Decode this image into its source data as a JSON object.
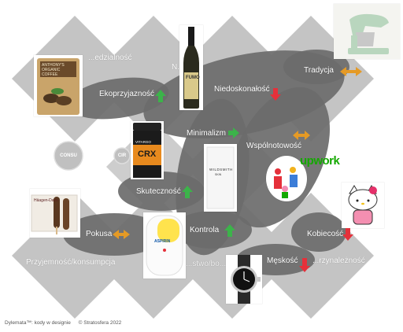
{
  "diagram": {
    "values": [
      {
        "key": "zrownowazony",
        "label": "...edzialność",
        "arrow": "none"
      },
      {
        "key": "nowosc",
        "label": "N...",
        "arrow": "none"
      },
      {
        "key": "tradycja",
        "label": "Tradycja",
        "arrow": "both"
      },
      {
        "key": "ekoprzyjaznosc",
        "label": "Ekoprzyjazność",
        "arrow": "up"
      },
      {
        "key": "niedoskonalosc",
        "label": "Niedoskonałość",
        "arrow": "down"
      },
      {
        "key": "minimalizm",
        "label": "Minimalizm",
        "arrow": "right"
      },
      {
        "key": "wspolnotowosc",
        "label": "Wspólnotowość",
        "arrow": "both"
      },
      {
        "key": "skutecznosc",
        "label": "Skuteczność",
        "arrow": "up"
      },
      {
        "key": "kontrola",
        "label": "Kontrola",
        "arrow": "up"
      },
      {
        "key": "pokusa",
        "label": "Pokusa",
        "arrow": "both"
      },
      {
        "key": "kobiecosc",
        "label": "Kobiecość",
        "arrow": "down"
      },
      {
        "key": "meskosc",
        "label": "Męskość",
        "arrow": "down"
      },
      {
        "key": "przynaleznosc",
        "label": "...rzynależność",
        "arrow": "none"
      },
      {
        "key": "przyjemnosc",
        "label": "Przyjemność/konsumpcja",
        "arrow": "none"
      },
      {
        "key": "ukryte",
        "label": "...stwo/bo...",
        "arrow": "none"
      }
    ],
    "circles": [
      {
        "key": "consu",
        "label": "CONSU"
      },
      {
        "key": "cir",
        "label": "CIR"
      }
    ],
    "products": [
      {
        "key": "coffee",
        "name": "coffee-bag",
        "text": [
          "ANTHONY'S",
          "ORGANIC",
          "COFFEE"
        ]
      },
      {
        "key": "wine",
        "name": "wine-bottle",
        "text": [
          "FUMO"
        ]
      },
      {
        "key": "mixer",
        "name": "stand-mixer",
        "text": []
      },
      {
        "key": "supplement",
        "name": "supplement-tub",
        "text": [
          "VITARGO",
          "CRX"
        ]
      },
      {
        "key": "wildsmith",
        "name": "wildsmith-box",
        "text": [
          "WILDSMITH",
          "SKIN"
        ]
      },
      {
        "key": "upwork",
        "name": "upwork-illustration",
        "text": [
          "upwork"
        ]
      },
      {
        "key": "haagen",
        "name": "ice-cream-box",
        "text": [
          "Häagen-Dazs"
        ]
      },
      {
        "key": "aspirin",
        "name": "aspirin-pack",
        "text": [
          "ASPIRIN"
        ]
      },
      {
        "key": "hellokitty",
        "name": "hello-kitty",
        "text": []
      },
      {
        "key": "watch",
        "name": "wristwatch",
        "text": []
      }
    ]
  },
  "footer": {
    "title": "Dylemata™: kody w designie",
    "copyright": "© Stratosfera 2022"
  },
  "colors": {
    "diamond": "#c4c4c4",
    "ellipse": "#6b6b6b",
    "arrow_green": "#3cb34a",
    "arrow_red": "#e5303a",
    "arrow_orange": "#e59a25",
    "upwork_green": "#14a800"
  }
}
